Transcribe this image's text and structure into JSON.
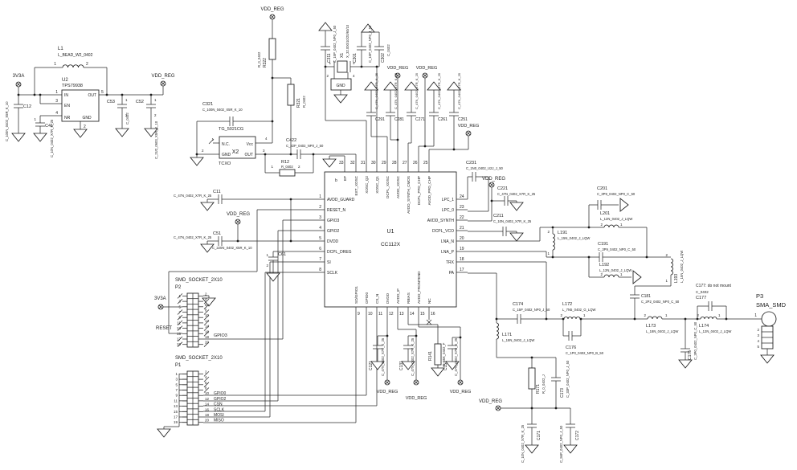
{
  "nets": {
    "v3a": "3V3A",
    "vdd_reg": "VDD_REG",
    "reset": "RESET",
    "gpio3": "GPIO3"
  },
  "pin_nums": {
    "n1": "1",
    "n2": "2",
    "n3": "3",
    "n4": "4",
    "n5": "5"
  },
  "notes": {
    "c177": "C177: do not mount"
  },
  "regulator": {
    "ref": "U2",
    "part": "TPS79938",
    "pin_in": "IN",
    "pin_en": "EN",
    "pin_nr": "NR",
    "pin_out": "OUT",
    "pin_gnd": "GND"
  },
  "tcxo": {
    "ref": "X2",
    "part": "TG_5021CG",
    "nc": "N.C.",
    "gnd": "GND",
    "vcc": "Vcc",
    "out": "OUT",
    "caption": "TCXO"
  },
  "chip": {
    "ref": "U1",
    "part": "CC112X",
    "mark": "b",
    "left": [
      {
        "num": "1",
        "name": "AVDD_GUARD"
      },
      {
        "num": "2",
        "name": "RESET_N"
      },
      {
        "num": "3",
        "name": "GPIO3"
      },
      {
        "num": "4",
        "name": "GPIO2"
      },
      {
        "num": "5",
        "name": "DVDD"
      },
      {
        "num": "6",
        "name": "DCPL_DREG"
      },
      {
        "num": "7",
        "name": "SI"
      },
      {
        "num": "8",
        "name": "SCLK"
      }
    ],
    "right": [
      {
        "num": "24",
        "name": "LPC_1"
      },
      {
        "num": "23",
        "name": "LPC_0"
      },
      {
        "num": "22",
        "name": "AVDD_SYNTH"
      },
      {
        "num": "21",
        "name": "DCPL_VCO"
      },
      {
        "num": "20",
        "name": "LNA_N"
      },
      {
        "num": "19",
        "name": "LNA_P"
      },
      {
        "num": "18",
        "name": "TRX"
      },
      {
        "num": "17",
        "name": "PA"
      }
    ],
    "top": [
      {
        "num": "33",
        "name": "EP"
      },
      {
        "num": "32",
        "name": "EXT_XOSC"
      },
      {
        "num": "31",
        "name": "XOSC_Q2"
      },
      {
        "num": "30",
        "name": "XOSC_Q1"
      },
      {
        "num": "29",
        "name": "DCPL_XOSC"
      },
      {
        "num": "28",
        "name": "AVDD_XOSC"
      },
      {
        "num": "27",
        "name": "AVDD_SYNTH_CMOS"
      },
      {
        "num": "26",
        "name": "DCPL_PFD_CHP"
      },
      {
        "num": "25",
        "name": "AVDD_PFD_CHP"
      }
    ],
    "bottom": [
      {
        "num": "9",
        "name": "SO/GPIO1"
      },
      {
        "num": "10",
        "name": "GPIO0"
      },
      {
        "num": "11",
        "name": "CS_N"
      },
      {
        "num": "12",
        "name": "DVDD"
      },
      {
        "num": "13",
        "name": "AVDD_IF"
      },
      {
        "num": "14",
        "name": "RBIAS"
      },
      {
        "num": "15",
        "name": "AVDD_FRONTEND"
      },
      {
        "num": "16",
        "name": "NC"
      }
    ]
  },
  "parts": {
    "L1": {
      "ref": "L1",
      "val": "L_BEAD_W2_0402"
    },
    "C12": {
      "ref": "C12",
      "val": "C_100N_0402_X5R_K_10"
    },
    "C41": {
      "ref": "C41",
      "val": "C_10N_0402_X7R_K_25"
    },
    "C53": {
      "ref": "C53",
      "val": "C_0402"
    },
    "C52": {
      "ref": "C52",
      "val": "C_2U2_0603_X5R_K_10"
    },
    "R322": {
      "ref": "R322",
      "val": "R_0_0402"
    },
    "R321": {
      "ref": "R321",
      "val": "R_0402"
    },
    "C321": {
      "ref": "C321",
      "val": "C_100N_0402_X5R_K_10"
    },
    "C422": {
      "ref": "C422",
      "val": "C_22P_0402_NP0_J_50"
    },
    "R12": {
      "ref": "R12",
      "val": "R_0402"
    },
    "X1": {
      "ref": "X1",
      "val": "X_32.000/10/20/60/10",
      "gnd": "GND"
    },
    "C311": {
      "ref": "C311",
      "val": "C_15P_0402_NP0_J_50"
    },
    "C301": {
      "ref": "C301",
      "val": "C_15P_0402_NP0_J_50"
    },
    "C302": {
      "ref": "C302",
      "val": "C_0402"
    },
    "C291": {
      "ref": "C291",
      "val": "C_47N_0402_X7R_K_25"
    },
    "C281": {
      "ref": "C281",
      "val": "C_47N_0402_X7R_K_25"
    },
    "C271": {
      "ref": "C271",
      "val": "C_47N_0402_X7R_K_25"
    },
    "C261": {
      "ref": "C261",
      "val": "C_47N_0402_X7R_K_25"
    },
    "C251": {
      "ref": "C251",
      "val": "C_47N_0402_X7R_K_25"
    },
    "C11": {
      "ref": "C11",
      "val": "C_47N_0402_X7R_K_25"
    },
    "C51": {
      "ref": "C51",
      "val": "C_47N_0402_X7R_K_25"
    },
    "C61": {
      "ref": "C61",
      "val": "C_220N_0402_X5R_K_10"
    },
    "C231": {
      "ref": "C231",
      "val": "C_1N0_0402_U2J_J_50"
    },
    "C221": {
      "ref": "C221",
      "val": "C_47N_0402_X7R_K_25"
    },
    "C211": {
      "ref": "C211",
      "val": "C_10N_0402_X7R_K_25"
    },
    "L191": {
      "ref": "L191",
      "val": "L_15N_0402_J_LQW"
    },
    "C201": {
      "ref": "C201",
      "val": "C_3P9_0402_NP0_C_50"
    },
    "L201": {
      "ref": "L201",
      "val": "L_12N_0402_J_LQW"
    },
    "C191": {
      "ref": "C191",
      "val": "C_3P9_0402_NP0_C_50"
    },
    "L192": {
      "ref": "L192",
      "val": "L_12N_0402_J_LQW"
    },
    "L193": {
      "ref": "L193",
      "val": "L_15N_0402_J_LQW"
    },
    "C181": {
      "ref": "C181",
      "val": "C_2P2_0402_NP0_C_50"
    },
    "L171": {
      "ref": "L171",
      "val": "L_18N_0402_J_LQW"
    },
    "C174": {
      "ref": "C174",
      "val": "C_15P_0402_NP0_J_50"
    },
    "L172": {
      "ref": "L172",
      "val": "L_7N5_0402_G_LQW"
    },
    "C176": {
      "ref": "C176",
      "val": "C_1P0_0402_NP0_B_50"
    },
    "L173": {
      "ref": "L173",
      "val": "L_18N_0402_J_LQW"
    },
    "L174": {
      "ref": "L174",
      "val": "L_12N_0402_J_LQW"
    },
    "C175": {
      "ref": "C175",
      "val": "C_3P0_0402_NP0_C_50"
    },
    "C177": {
      "ref": "C177",
      "val": "C_0402"
    },
    "R171": {
      "ref": "R171",
      "val": "R_0_0402_J"
    },
    "C173": {
      "ref": "C173",
      "val": "C_33P_0402_NP0_J_50"
    },
    "C171": {
      "ref": "C171",
      "val": "C_10N_0402_X7R_K_25"
    },
    "C172": {
      "ref": "C172",
      "val": "C_56P_0402_NP0_J_50"
    },
    "C121": {
      "ref": "C121",
      "val": "C_47N_0402_X7R_K_25"
    },
    "C131": {
      "ref": "C131",
      "val": "C_47N_0402_X7R_K_25"
    },
    "R141": {
      "ref": "R141",
      "val": "R_56K_0402_F"
    },
    "C151": {
      "ref": "C151",
      "val": "C_47N_0402_X7R_K_25"
    }
  },
  "headers": {
    "p2": {
      "ref": "P2",
      "part": "SMD_SOCKET_2X10",
      "left_nums": [
        "1",
        "3",
        "5",
        "7",
        "9",
        "11",
        "13",
        "15",
        "17",
        "19"
      ],
      "right_nums": [
        "2",
        "4",
        "6",
        "8",
        "10",
        "12",
        "14",
        "16",
        "18",
        "20"
      ]
    },
    "p1": {
      "ref": "P1",
      "part": "SMD_SOCKET_2X10",
      "left_nums": [
        "1",
        "3",
        "5",
        "7",
        "9",
        "11",
        "13",
        "15",
        "17",
        "19"
      ],
      "right_nums": [
        "2",
        "4",
        "6",
        "8",
        "10",
        "12",
        "14",
        "16",
        "18",
        "20"
      ],
      "net_labels": [
        {
          "row": 4,
          "name": "GPIO0"
        },
        {
          "row": 5,
          "name": "GPIO2"
        },
        {
          "row": 6,
          "name": "CSN"
        },
        {
          "row": 7,
          "name": "SCLK"
        },
        {
          "row": 8,
          "name": "MOSI"
        },
        {
          "row": 9,
          "name": "MISO"
        }
      ]
    }
  },
  "sma": {
    "ref": "P3",
    "part": "SMA_SMD",
    "pins": [
      "2",
      "3",
      "4",
      "5"
    ]
  },
  "colors": {
    "ink": "#1c1c1c",
    "wire": "#2b2b2b",
    "bg": "#ffffff"
  }
}
